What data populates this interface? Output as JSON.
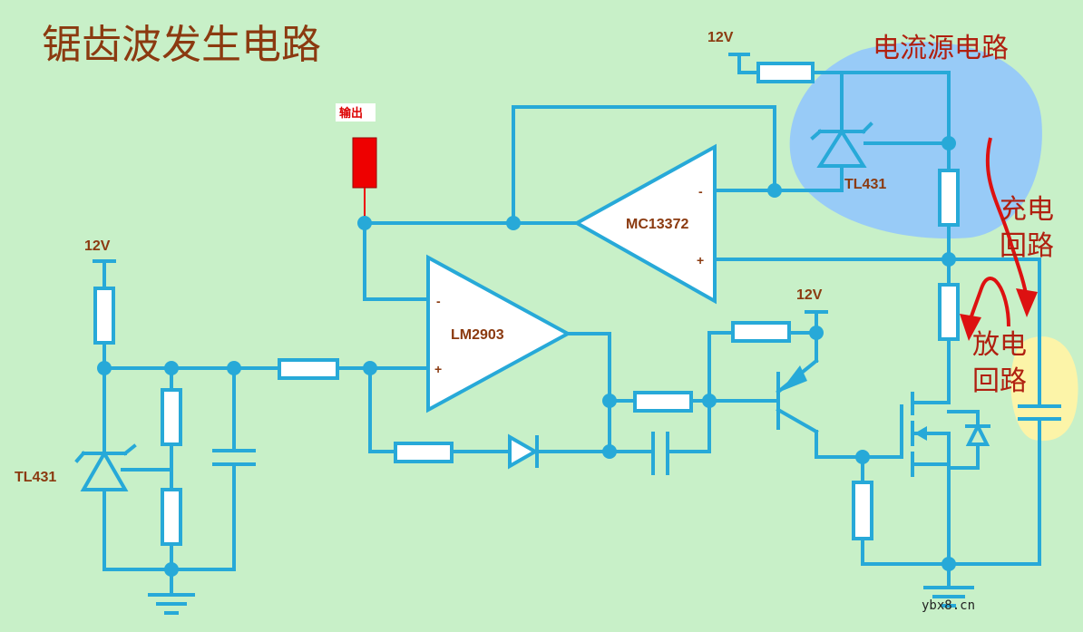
{
  "title": "锯齿波发生电路",
  "output_label": "输出",
  "current_source_label": "电流源电路",
  "charge_label": [
    "充电",
    "回路"
  ],
  "discharge_label": [
    "放电",
    "回路"
  ],
  "ic_labels": {
    "opamp": "MC13372",
    "comparator": "LM2903",
    "ref_top": "TL431",
    "ref_left": "TL431"
  },
  "supply_labels": {
    "top": "12V",
    "left": "12V",
    "mid": "12V"
  },
  "pin_labels": {
    "minus": "-",
    "plus": "+"
  },
  "watermark": "ybx8.cn",
  "colors": {
    "background": "#c8f0c8",
    "wire": "#27a9d8",
    "label": "#8b3a10",
    "annotation": "#b02010",
    "current_source_highlight": "#8fc4ff",
    "capacitor_highlight": "#fff3a6",
    "output_probe": "#ee0000"
  }
}
